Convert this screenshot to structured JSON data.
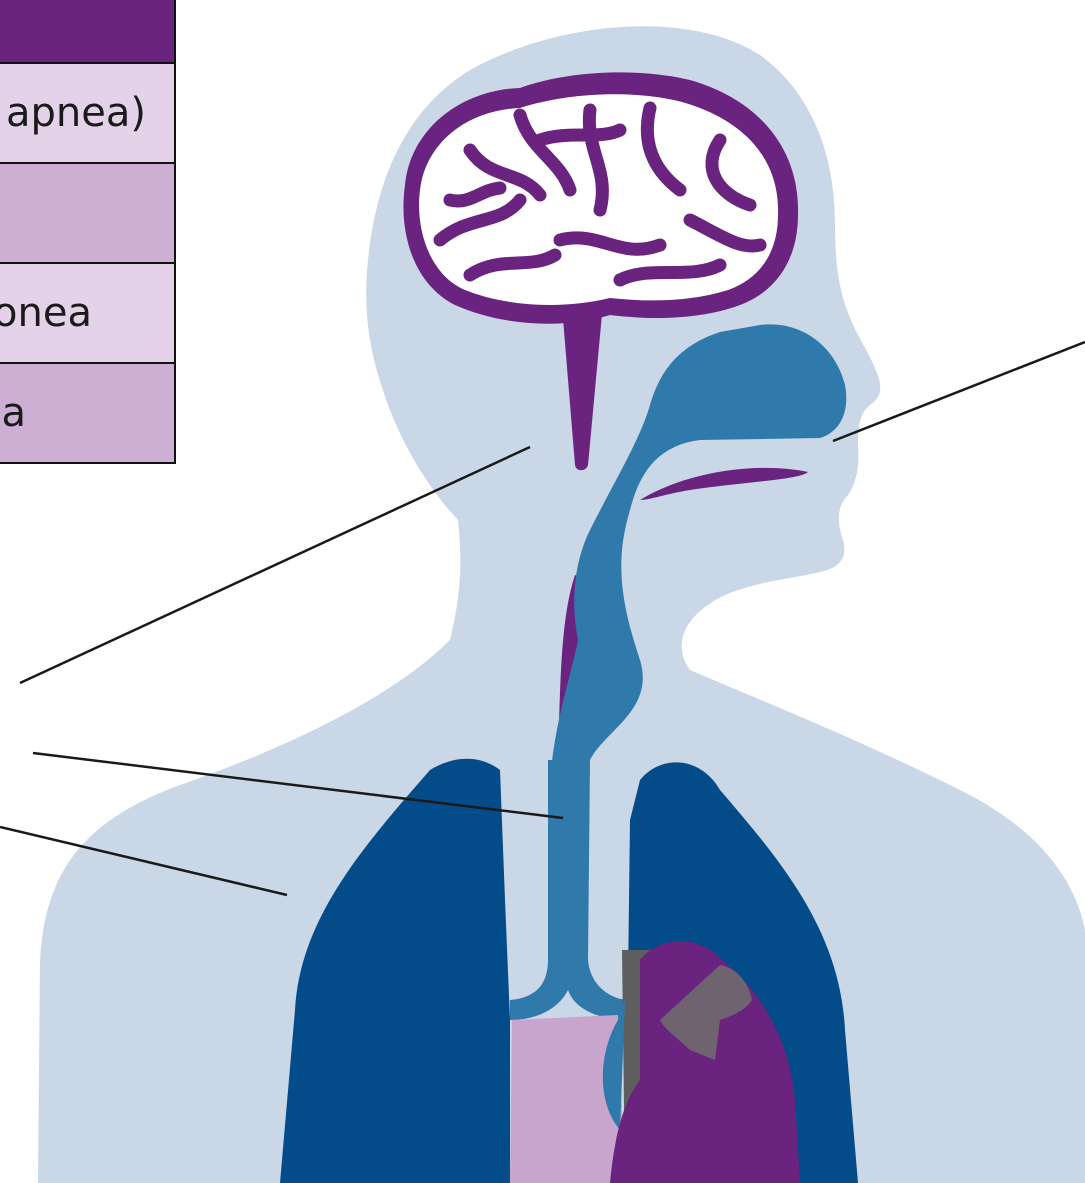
{
  "legend": {
    "rows": [
      {
        "label": "apnea)"
      },
      {
        "label": ""
      },
      {
        "label": "onea"
      },
      {
        "label": "a"
      }
    ]
  },
  "colors": {
    "body": "#c9d7e7",
    "brain": "#6b2380",
    "airway": "#2f7aaa",
    "lungs": "#034b89",
    "heart": "#6b2380",
    "heart_vessels": "#6f6370",
    "esophagus": "#c7a5cc",
    "header": "#6b2380"
  }
}
